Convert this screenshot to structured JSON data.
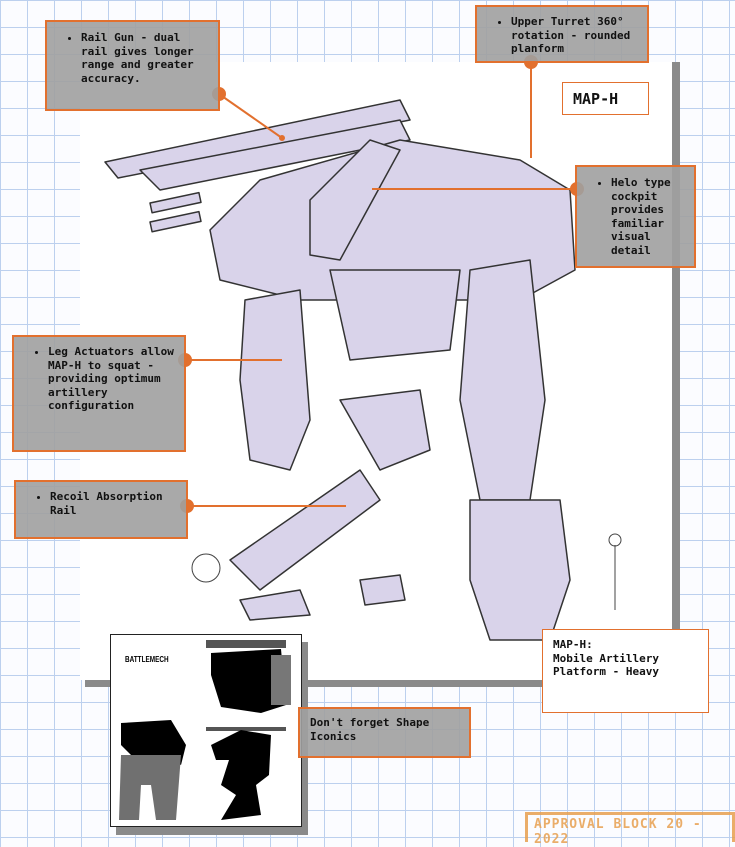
{
  "sheet": {
    "label": "MAP-H",
    "description_lines": [
      "MAP-H:",
      "Mobile Artillery",
      "Platform - Heavy"
    ]
  },
  "callouts": {
    "rail_gun": "Rail Gun - dual rail gives longer range and greater accuracy.",
    "upper_turret": "Upper Turret 360° rotation - rounded planform",
    "helo_cockpit": "Helo type cockpit provides familiar visual detail",
    "leg_actuators": "Leg Actuators allow MAP-H to squat - providing optimum artillery configuration",
    "recoil_rail": "Recoil Absorption Rail",
    "shape_iconics": "Don't forget Shape Iconics"
  },
  "thumbnail": {
    "label": "BATTLEMECH"
  },
  "stamp": {
    "text": "APPROVAL BLOCK 20 - 2022"
  },
  "colors": {
    "accent": "#e2702e",
    "callout_bg": "#a0a0a0",
    "mech": "#d9d3ea",
    "grid": "#bcd0ee"
  }
}
